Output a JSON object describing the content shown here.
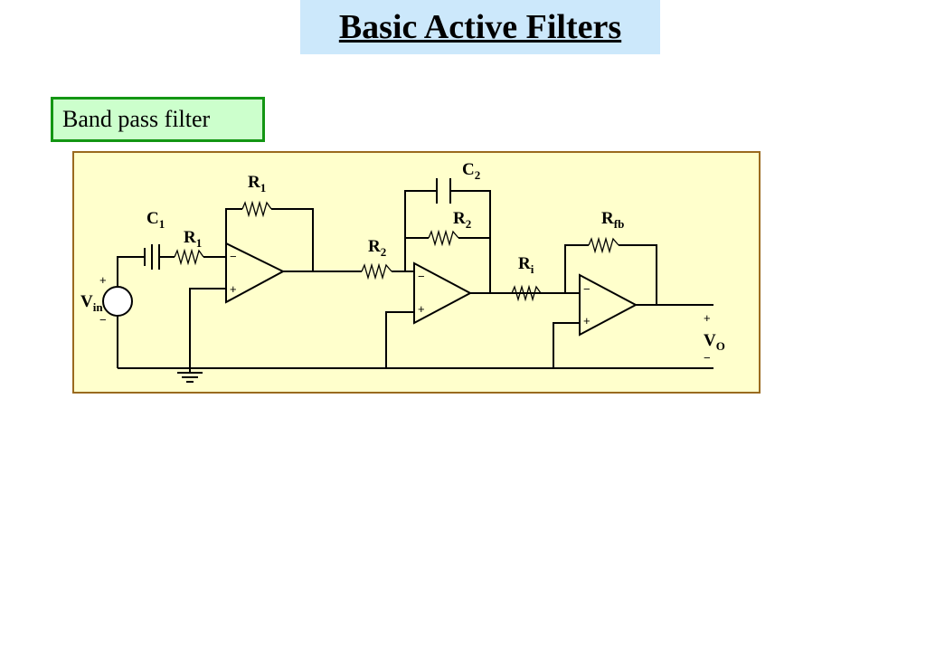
{
  "title": "Basic Active Filters",
  "subtitle": "Band pass filter",
  "colors": {
    "title_bg": "#cce8fb",
    "subtitle_bg": "#ccffcc",
    "subtitle_border": "#139613",
    "circuit_bg": "#ffffcc",
    "circuit_border": "#9a6a1f"
  },
  "circuit": {
    "labels": {
      "R1_top": {
        "main": "R",
        "sub": "1"
      },
      "C1": {
        "main": "C",
        "sub": "1"
      },
      "R1_in": {
        "main": "R",
        "sub": "1"
      },
      "C2": {
        "main": "C",
        "sub": "2"
      },
      "R2_fb": {
        "main": "R",
        "sub": "2"
      },
      "R2_in": {
        "main": "R",
        "sub": "2"
      },
      "Rfb": {
        "main": "R",
        "sub": "fb"
      },
      "Ri": {
        "main": "R",
        "sub": "i"
      },
      "Vin": {
        "main": "V",
        "sub": "in"
      },
      "Vo": {
        "main": "V",
        "sub": "O"
      }
    },
    "signs": {
      "plus": "+",
      "minus": "−"
    }
  }
}
